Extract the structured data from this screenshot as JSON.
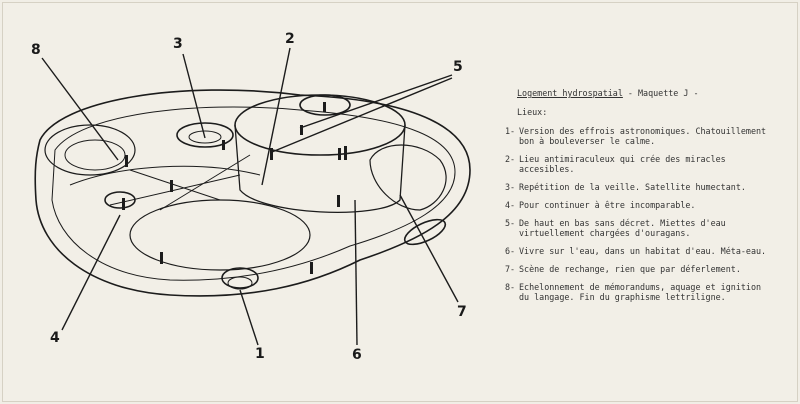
{
  "callouts": [
    "1",
    "2",
    "3",
    "4",
    "5",
    "6",
    "7",
    "8"
  ],
  "legend": {
    "title": "Logement hydrospatial",
    "title_suffix": " - Maquette J -",
    "subtitle": "Lieux:",
    "items": [
      {
        "num": "1-",
        "text": "Version des effrois astronomiques. Chatouillement\nbon à bouleverser le calme."
      },
      {
        "num": "2-",
        "text": "Lieu antimiraculeux qui crée des miracles\naccesibles."
      },
      {
        "num": "3-",
        "text": "Repétition de la veille. Satellite humectant."
      },
      {
        "num": "4-",
        "text": "Pour continuer à être incomparable."
      },
      {
        "num": "5-",
        "text": "De haut en bas sans décret. Miettes d'eau\nvirtuellement chargées d'ouragans."
      },
      {
        "num": "6-",
        "text": "Vivre sur l'eau, dans un habitat d'eau. Méta-eau."
      },
      {
        "num": "7-",
        "text": "Scène de rechange, rien que par déferlement."
      },
      {
        "num": "8-",
        "text": "Echelonnement de mémorandums, aquage et ignition\ndu langage. Fin du graphisme lettriligne."
      }
    ]
  }
}
